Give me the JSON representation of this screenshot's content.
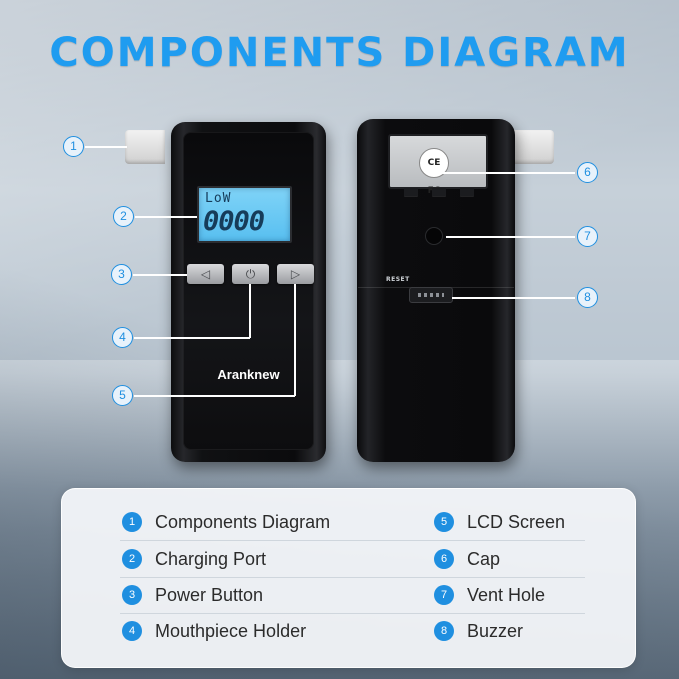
{
  "title": "COMPONENTS DIAGRAM",
  "device": {
    "brand": "Aranknew",
    "lcd_mode": "LoW",
    "lcd_value": "0000",
    "cap_mark": "CE FC",
    "reset_label": "RESET"
  },
  "callouts": [
    "1",
    "2",
    "3",
    "4",
    "5",
    "6",
    "7",
    "8"
  ],
  "legend": {
    "left": [
      {
        "num": "1",
        "label": "Components Diagram"
      },
      {
        "num": "2",
        "label": "Charging Port"
      },
      {
        "num": "3",
        "label": "Power Button"
      },
      {
        "num": "4",
        "label": "Mouthpiece Holder"
      }
    ],
    "right": [
      {
        "num": "5",
        "label": "LCD Screen"
      },
      {
        "num": "6",
        "label": "Cap"
      },
      {
        "num": "7",
        "label": "Vent Hole"
      },
      {
        "num": "8",
        "label": "Buzzer"
      }
    ]
  },
  "colors": {
    "accent": "#1f9cf0",
    "lcd": "#58bff0",
    "device": "#0c0c0e"
  }
}
